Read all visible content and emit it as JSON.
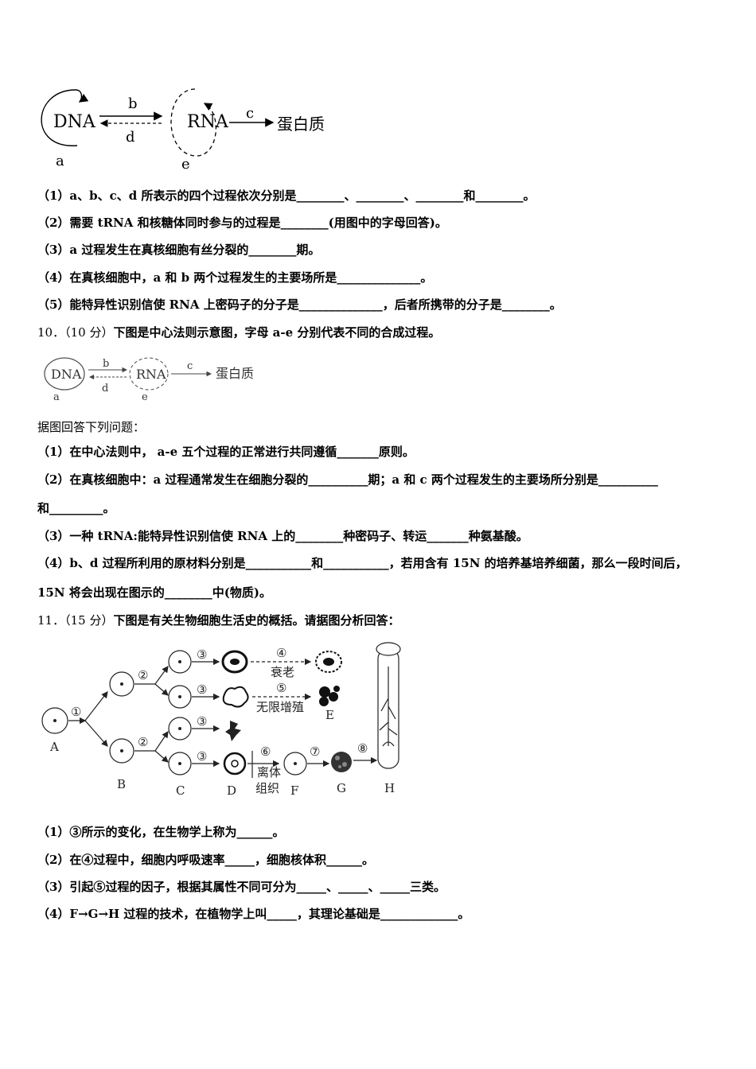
{
  "diagram1": {
    "dna": "DNA",
    "rna": "RNA",
    "protein": "蛋白质",
    "a": "a",
    "b": "b",
    "c": "c",
    "d": "d",
    "e": "e"
  },
  "q9": [
    "（1）a、b、c、d 所表示的四个过程依次分别是________、________、________和________。",
    "（2）需要 tRNA 和核糖体同时参与的过程是________(用图中的字母回答)。",
    "（3）a 过程发生在真核细胞有丝分裂的________期。",
    "（4）在真核细胞中，a 和 b 两个过程发生的主要场所是______________。",
    "（5）能特异性识别信使 RNA 上密码子的分子是______________，后者所携带的分子是________。"
  ],
  "q10": {
    "number": "10．",
    "score": "（10 分）",
    "stem": "下图是中心法则示意图，字母 a-e 分别代表不同的合成过程。",
    "prompt": "据图回答下列问题：",
    "items": [
      "（1）在中心法则中， a-e 五个过程的正常进行共同遵循_______原则。",
      "（2）在真核细胞中：a 过程通常发生在细胞分裂的__________期；a 和 c 两个过程发生的主要场所分别是__________",
      "和_________。",
      "（3）一种 tRNA:能特异性识别信使 RNA 上的________种密码子、转运_______种氨基酸。",
      "（4）b、d 过程所利用的原材料分别是___________和___________，若用含有 15N 的培养基培养细菌，那么一段时间后，",
      "15N 将会出现在图示的________中(物质)。"
    ]
  },
  "q11": {
    "number": "11．",
    "score": "（15 分）",
    "stem": "下图是有关生物细胞生活史的概括。请据图分析回答：",
    "diagram": {
      "A": "A",
      "B": "B",
      "C": "C",
      "D": "D",
      "E": "E",
      "F": "F",
      "G": "G",
      "H": "H",
      "n1": "①",
      "n2": "②",
      "n3": "③",
      "n4": "④",
      "n5": "⑤",
      "n6": "⑥",
      "n7": "⑦",
      "n8": "⑧",
      "aging": "衰老",
      "proliferation": "无限增殖",
      "detached1": "离体",
      "detached2": "组织"
    },
    "items": [
      "（1）③所示的变化，在生物学上称为______。",
      "（2）在④过程中，细胞内呼吸速率_____，细胞核体积______。",
      "（3）引起⑤过程的因子，根据其属性不同可分为_____、_____、_____三类。",
      "（4）F→G→H 过程的技术，在植物学上叫_____，其理论基础是_____________。"
    ]
  }
}
